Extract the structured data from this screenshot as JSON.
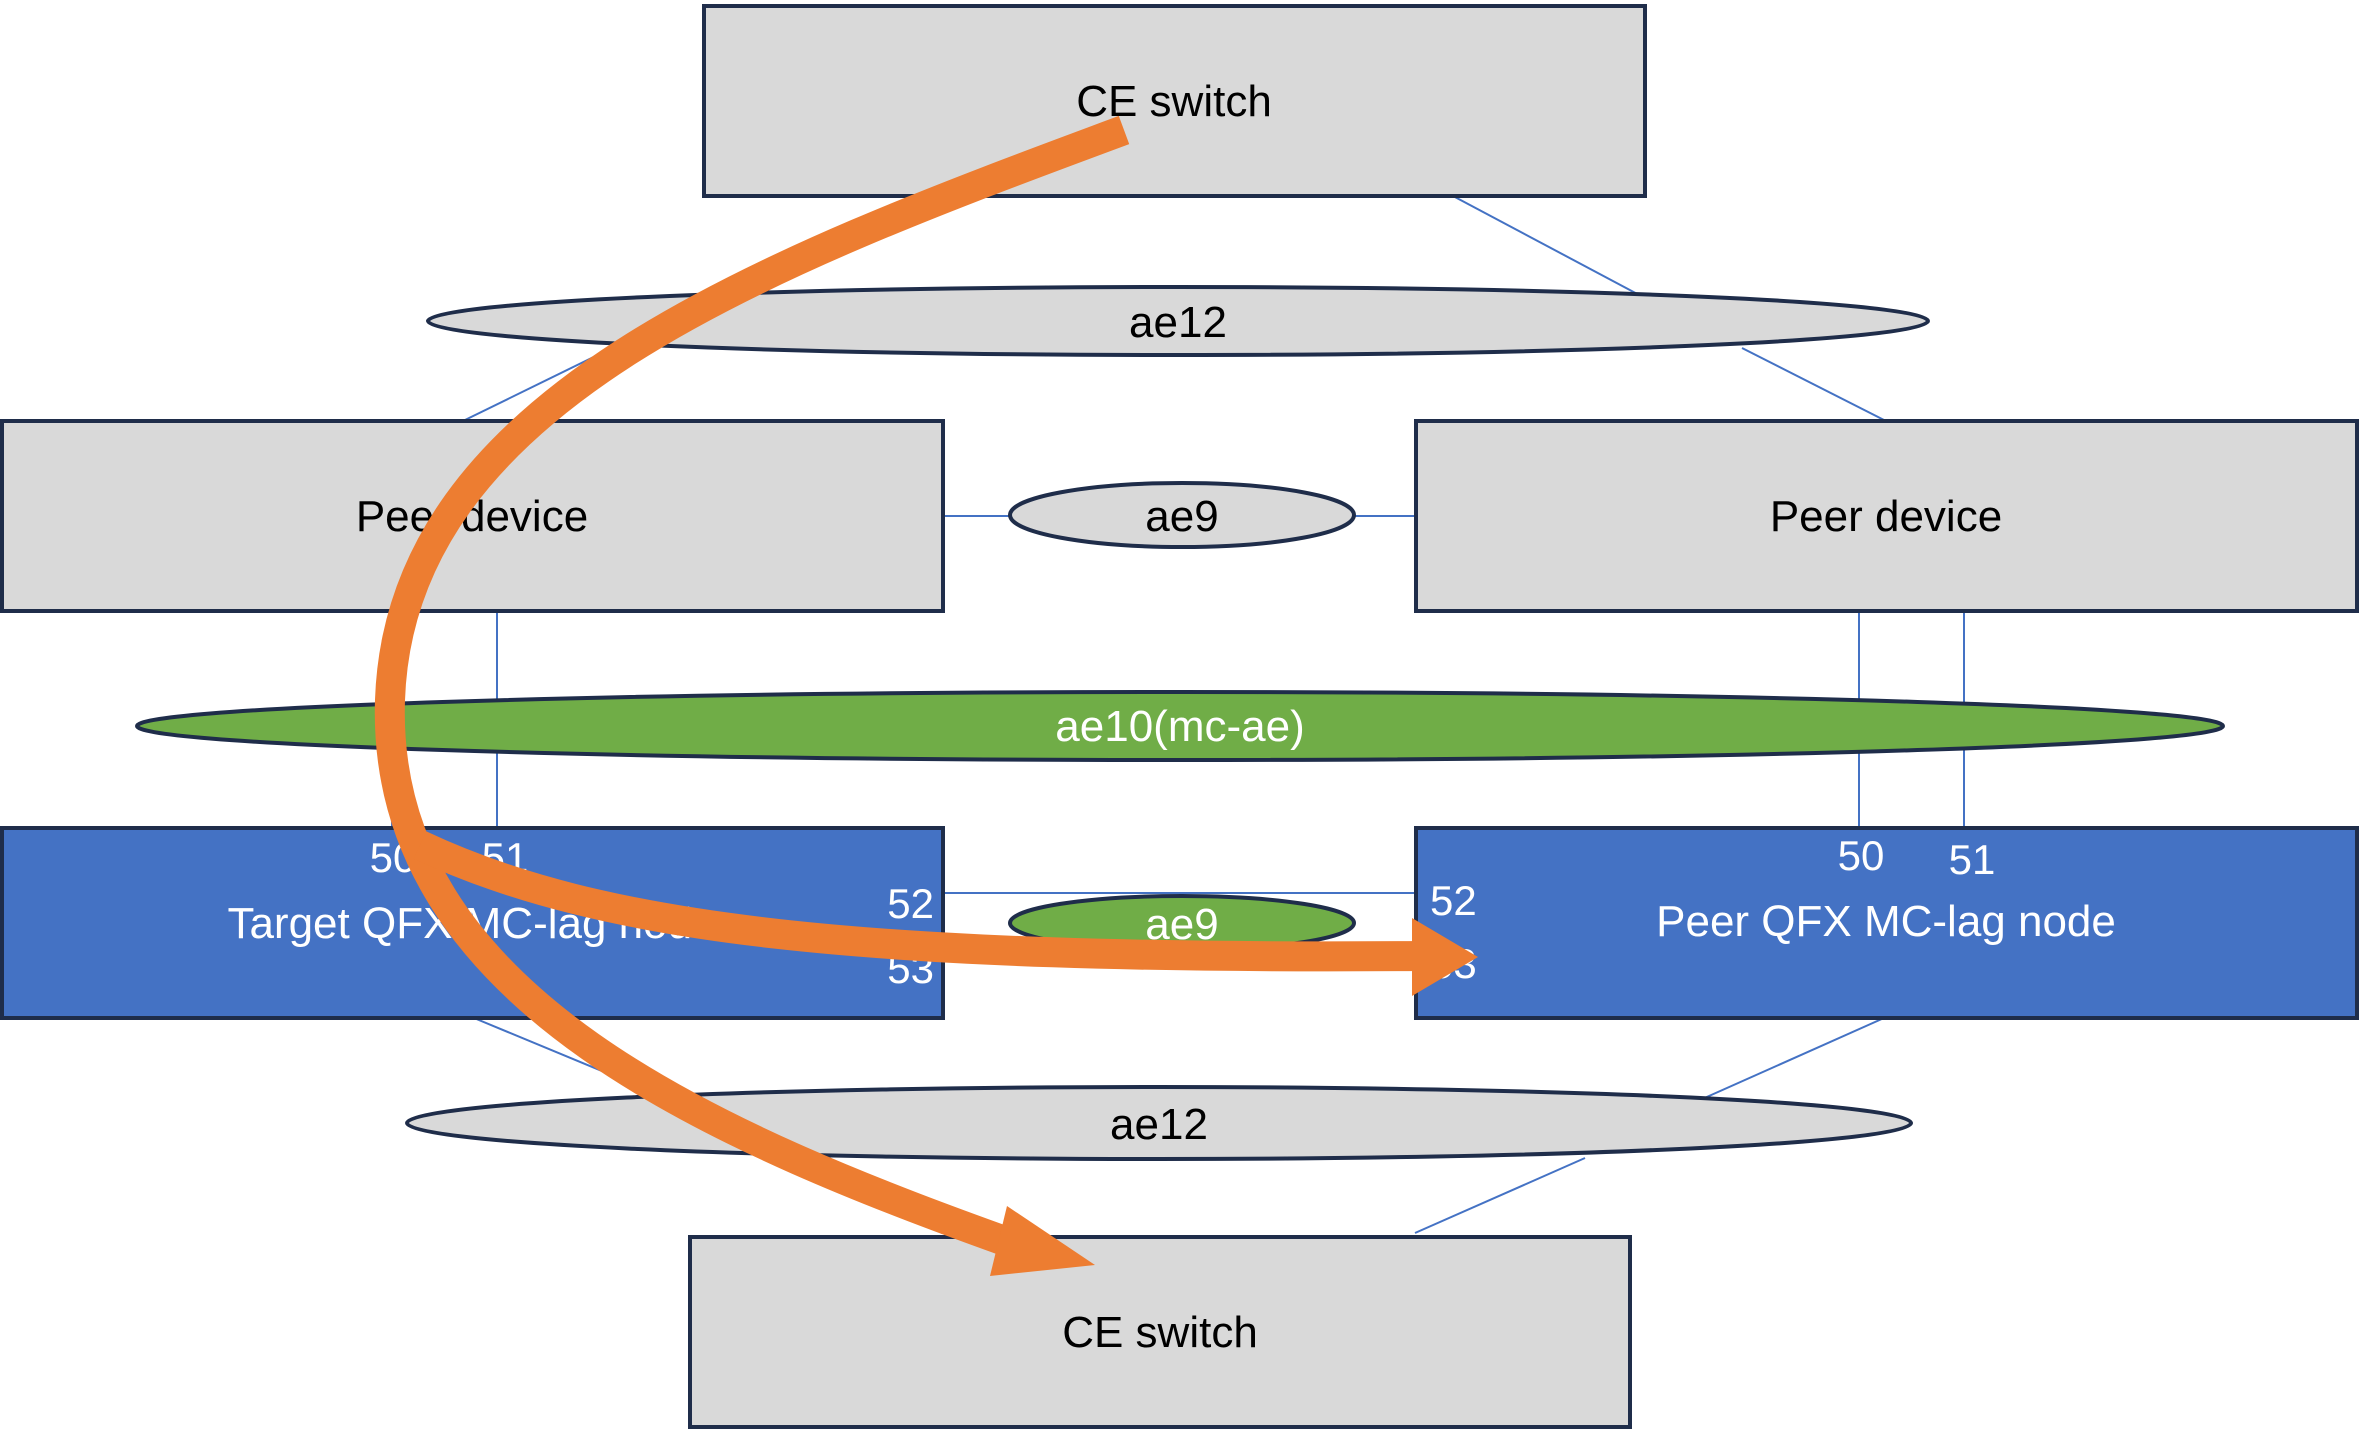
{
  "nodes": {
    "ce_top": {
      "label": "CE switch"
    },
    "peer_left": {
      "label": "Peer device"
    },
    "peer_right": {
      "label": "Peer device"
    },
    "target_qfx": {
      "label": "Target QFX MC-lag node",
      "ports": {
        "p50": "50",
        "p51": "51",
        "p52": "52",
        "p53": "53"
      }
    },
    "peer_qfx": {
      "label": "Peer QFX MC-lag node",
      "ports": {
        "p50": "50",
        "p51": "51",
        "p52": "52",
        "p53": "53"
      }
    },
    "ce_bottom": {
      "label": "CE switch"
    }
  },
  "links": {
    "ae12_top": "ae12",
    "ae9_peer": "ae9",
    "ae10_mcae": "ae10(mc-ae)",
    "ae9_qfx": "ae9",
    "ae12_bottom": "ae12"
  },
  "colors": {
    "device_gray": "#d9d9d9",
    "qfx_blue": "#4472c4",
    "lag_green": "#70ad47",
    "flow_orange": "#ed7d31",
    "outline": "#1f2d4a"
  }
}
